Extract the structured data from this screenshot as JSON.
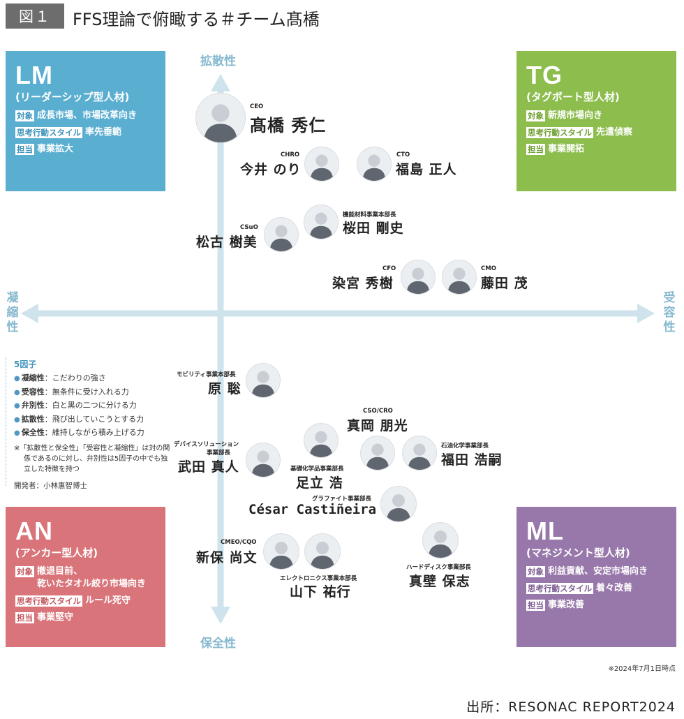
{
  "header": {
    "figure_label": "図１",
    "title": "FFS理論で俯瞰する＃チーム髙橋"
  },
  "axes": {
    "top": "拡散性",
    "bottom": "保全性",
    "left": "凝縮性",
    "right": "受容性"
  },
  "quadrants": {
    "lm": {
      "code": "LM",
      "type": "(リーダーシップ型人材)",
      "rows": [
        {
          "tag": "対象",
          "value": "成長市場、市場改革向き"
        },
        {
          "tag": "思考行動スタイル",
          "value": "率先垂範"
        },
        {
          "tag": "担当",
          "value": "事業拡大"
        }
      ]
    },
    "tg": {
      "code": "TG",
      "type": "(タグボート型人材)",
      "rows": [
        {
          "tag": "対象",
          "value": "新規市場向き"
        },
        {
          "tag": "思考行動スタイル",
          "value": "先遣偵察"
        },
        {
          "tag": "担当",
          "value": "事業開拓"
        }
      ]
    },
    "an": {
      "code": "AN",
      "type": "(アンカー型人材)",
      "rows": [
        {
          "tag": "対象",
          "value": "撤退目前、\n乾いたタオル絞り市場向き"
        },
        {
          "tag": "思考行動スタイル",
          "value": "ルール死守"
        },
        {
          "tag": "担当",
          "value": "事業堅守"
        }
      ]
    },
    "ml": {
      "code": "ML",
      "type": "(マネジメント型人材)",
      "rows": [
        {
          "tag": "対象",
          "value": "利益貢献、安定市場向き"
        },
        {
          "tag": "思考行動スタイル",
          "value": "着々改善"
        },
        {
          "tag": "担当",
          "value": "事業改善"
        }
      ]
    }
  },
  "people": {
    "takahashi": {
      "role": "CEO",
      "name": "髙橋 秀仁"
    },
    "imai": {
      "role": "CHRO",
      "name": "今井 のり"
    },
    "fukushima": {
      "role": "CTO",
      "name": "福島 正人"
    },
    "matsuko": {
      "role": "CSuO",
      "name": "松古 樹美"
    },
    "sakurada": {
      "role": "機能材料事業本部長",
      "name": "桜田 剛史"
    },
    "somemiya": {
      "role": "CFO",
      "name": "染宮 秀樹"
    },
    "fujita": {
      "role": "CMO",
      "name": "藤田 茂"
    },
    "hara": {
      "role": "モビリティ事業本部長",
      "name": "原 聡"
    },
    "maoka": {
      "role": "CSO/CRO",
      "name": "真岡 朋光"
    },
    "takeda": {
      "role_line1": "デバイスソリューション",
      "role_line2": "事業部長",
      "name": "武田 真人"
    },
    "adachi": {
      "role": "基礎化学品事業部長",
      "name": "足立 浩"
    },
    "fukuda": {
      "role": "石油化学事業部長",
      "name": "福田 浩嗣"
    },
    "cesar": {
      "role": "グラファイト事業部長",
      "name": "César Castiñeira"
    },
    "shinbo": {
      "role": "CMEO/CQO",
      "name": "新保 尚文"
    },
    "yamashita": {
      "role": "エレクトロニクス事業本部長",
      "name": "山下 祐行"
    },
    "makabe": {
      "role": "ハードディスク事業部長",
      "name": "真壁 保志"
    }
  },
  "legend": {
    "title": "5因子",
    "items": [
      {
        "term": "凝縮性",
        "desc": "：こだわりの強さ"
      },
      {
        "term": "受容性",
        "desc": "：無条件に受け入れる力"
      },
      {
        "term": "弁別性",
        "desc": "：白と黒の二つに分ける力"
      },
      {
        "term": "拡散性",
        "desc": "：飛び出していこうとする力"
      },
      {
        "term": "保全性",
        "desc": "：維持しながら積み上げる力"
      }
    ],
    "note": "※「拡散性と保全性」「受容性と凝縮性」は対の関係であるのに対し、弁別性は5因子の中でも独立した特徴を持つ",
    "developer": "開発者：小林惠智博士"
  },
  "footer": {
    "date_note": "※2024年7月1日時点",
    "source": "出所：RESONAC REPORT2024"
  },
  "colors": {
    "lm": "#5aaed0",
    "tg": "#8cbd4d",
    "an": "#d9757a",
    "ml": "#9878aa",
    "axis": "#cfe3ec"
  }
}
